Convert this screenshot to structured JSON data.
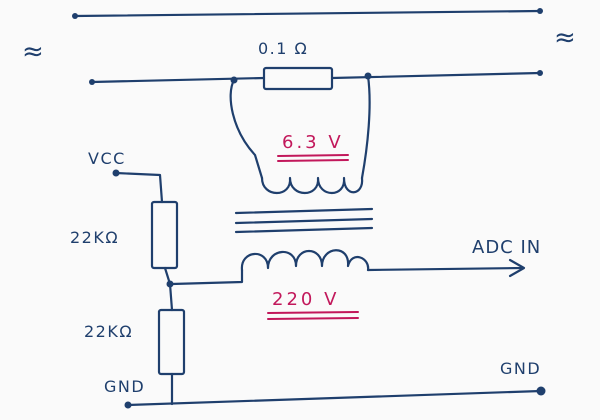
{
  "labels": {
    "ac_left": "≈",
    "ac_right": "≈",
    "shunt": "0.1 Ω",
    "primary_voltage": "6.3 V",
    "secondary_voltage": "220 V",
    "vcc": "VCC",
    "r1": "22KΩ",
    "r2": "22KΩ",
    "gnd_left": "GND",
    "gnd_right": "GND",
    "adc": "ADC IN"
  },
  "colors": {
    "ink": "#1f3f6d",
    "highlight": "#c2185b",
    "background": "#fafafa"
  }
}
